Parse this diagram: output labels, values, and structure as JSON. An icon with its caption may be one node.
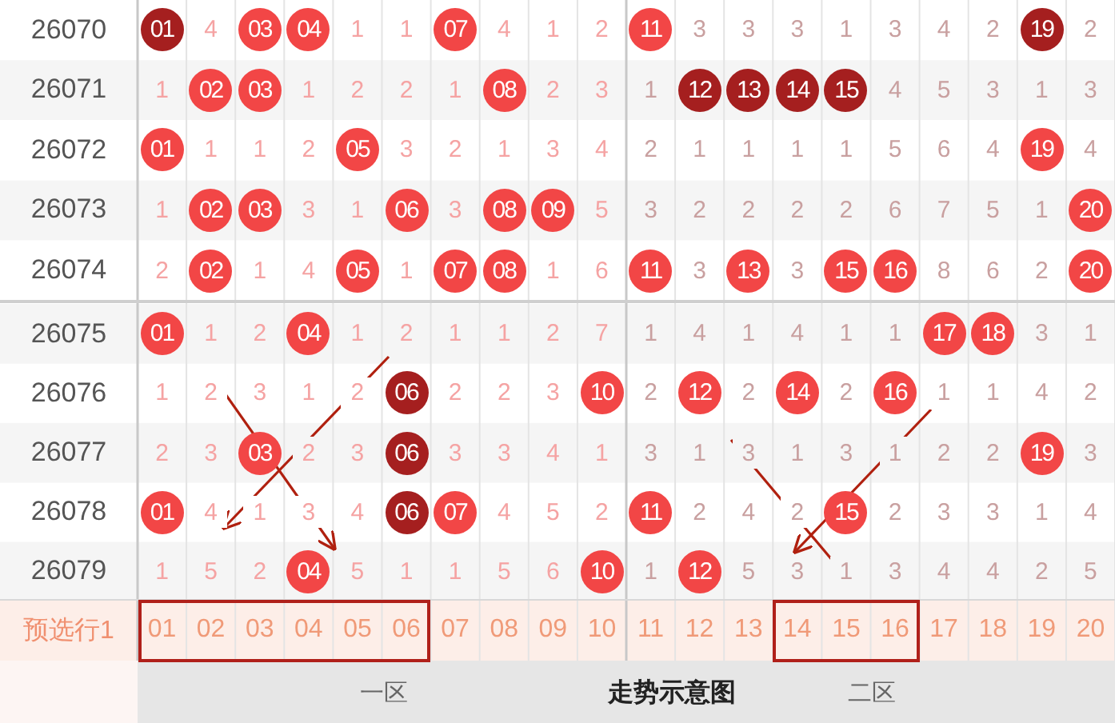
{
  "diagram": {
    "labels": [
      "26070",
      "01",
      "4",
      "03",
      "04",
      "1",
      "1",
      "07",
      "4",
      "1",
      "2",
      "11",
      "3",
      "3",
      "3",
      "1",
      "3",
      "4",
      "2",
      "19",
      "2",
      "26071",
      "1",
      "02",
      "03",
      "1",
      "2",
      "2",
      "1",
      "08",
      "2",
      "3",
      "1",
      "12",
      "13",
      "14",
      "15",
      "4",
      "5",
      "3",
      "1",
      "3",
      "26072",
      "01",
      "1",
      "1",
      "2",
      "05",
      "3",
      "2",
      "1",
      "3",
      "4",
      "2",
      "1",
      "1",
      "1",
      "1",
      "5",
      "6",
      "4",
      "19",
      "4",
      "26073",
      "1",
      "02",
      "03",
      "3",
      "1",
      "06",
      "3",
      "08",
      "09",
      "5",
      "3",
      "2",
      "2",
      "2",
      "2",
      "6",
      "7",
      "5",
      "1",
      "20",
      "26074",
      "2",
      "02",
      "1",
      "4",
      "05",
      "1",
      "07",
      "08",
      "1",
      "6",
      "11",
      "3",
      "13",
      "3",
      "15",
      "16",
      "8",
      "6",
      "2",
      "20",
      "26075",
      "01",
      "1",
      "2",
      "04",
      "1",
      "2",
      "1",
      "1",
      "2",
      "7",
      "1",
      "4",
      "1",
      "4",
      "1",
      "1",
      "17",
      "18",
      "3",
      "1",
      "26076",
      "1",
      "2",
      "3",
      "1",
      "2",
      "06",
      "2",
      "2",
      "3",
      "10",
      "2",
      "12",
      "2",
      "14",
      "2",
      "16",
      "1",
      "1",
      "4",
      "2",
      "26077",
      "2",
      "3",
      "03",
      "2",
      "3",
      "06",
      "3",
      "3",
      "4",
      "1",
      "3",
      "1",
      "3",
      "1",
      "3",
      "1",
      "2",
      "2",
      "19",
      "3",
      "26078",
      "01",
      "4",
      "1",
      "3",
      "4",
      "06",
      "07",
      "4",
      "5",
      "2",
      "11",
      "2",
      "4",
      "2",
      "15",
      "2",
      "3",
      "3",
      "1",
      "4",
      "26079",
      "1",
      "5",
      "2",
      "04",
      "5",
      "1",
      "1",
      "5",
      "6",
      "10",
      "1",
      "12",
      "5",
      "3",
      "1",
      "3",
      "4",
      "4",
      "2",
      "5",
      "预选行1",
      "01",
      "02",
      "03",
      "04",
      "05",
      "06",
      "07",
      "08",
      "09",
      "10",
      "11",
      "12",
      "13",
      "14",
      "15",
      "16",
      "17",
      "18",
      "19",
      "20",
      "一区",
      "走势示意图",
      "二区"
    ]
  }
}
